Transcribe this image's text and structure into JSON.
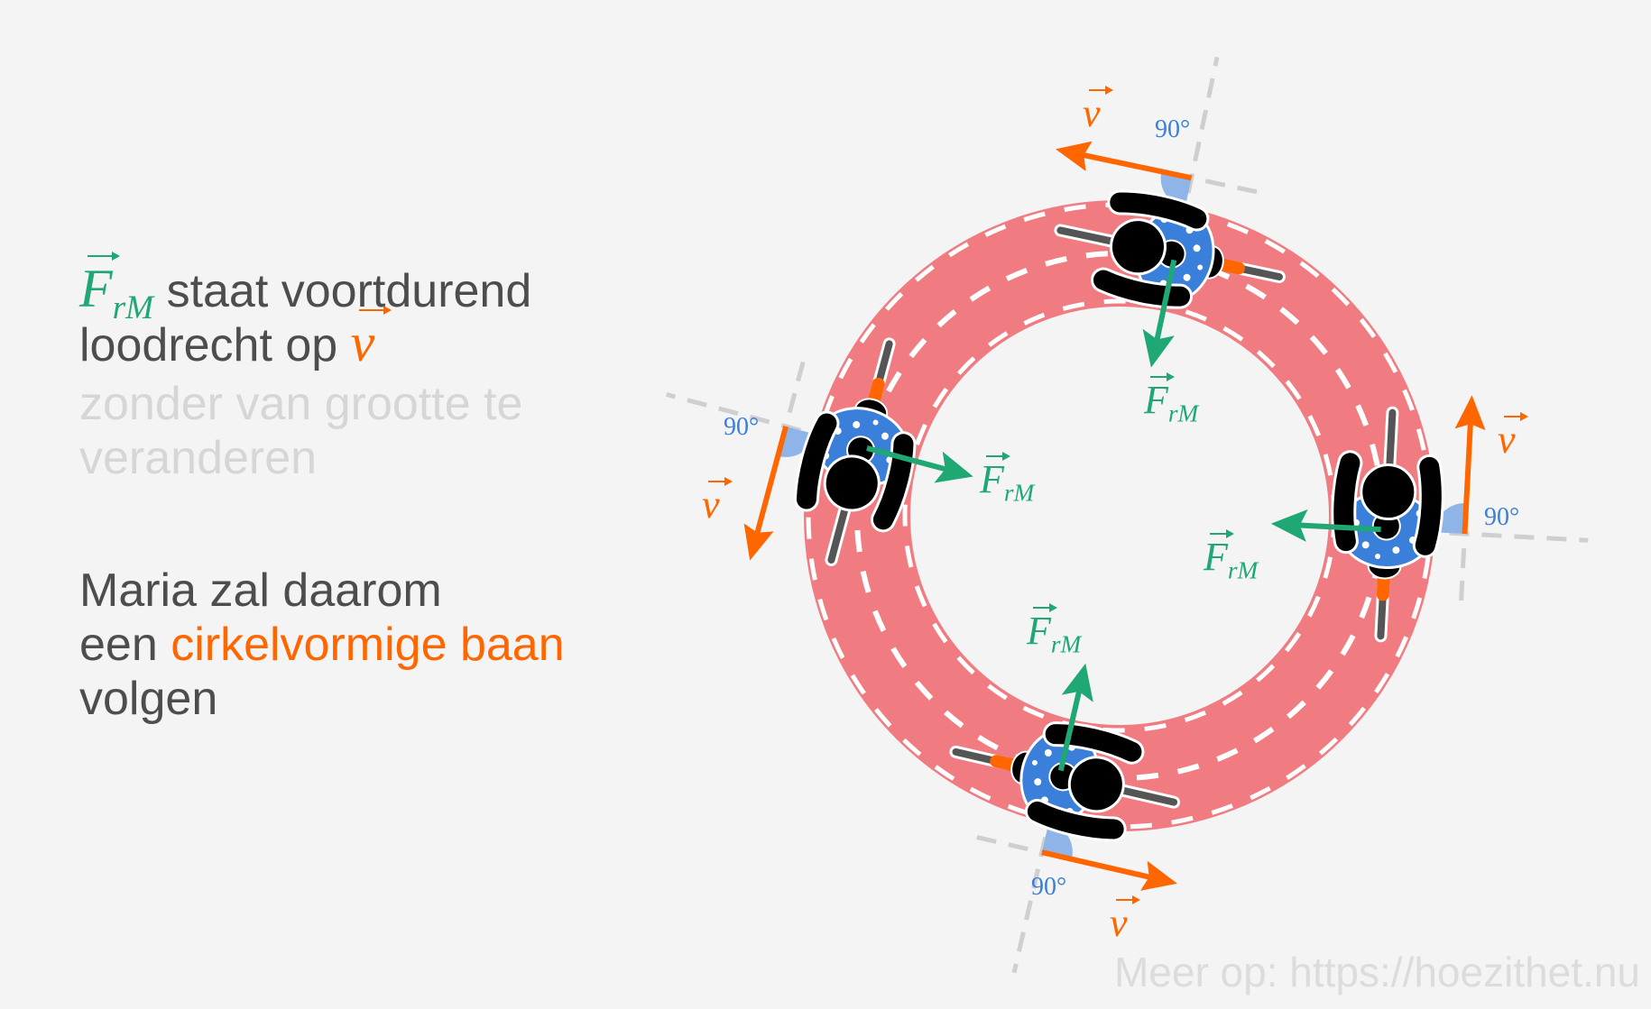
{
  "colors": {
    "background": "#f4f4f4",
    "text": "#4d4d4d",
    "text_light": "#d6d6d6",
    "force": "#1fa774",
    "velocity": "#ff6600",
    "road": "#f07c82",
    "shirt": "#3a7fd9",
    "angle": "#8fb5e8"
  },
  "text": {
    "line1_rest": "staat voortdurend",
    "line2": "loodrecht op",
    "line3": "zonder van grootte te",
    "line4": "veranderen",
    "line5": "Maria zal daarom",
    "line6_start": "een",
    "line6_highlight": "cirkelvormige baan",
    "line7": "volgen"
  },
  "symbols": {
    "force_main": "F",
    "force_sub": "rM",
    "velocity": "v",
    "angle": "90°"
  },
  "watermark": "Meer op: https://hoezithet.nu"
}
